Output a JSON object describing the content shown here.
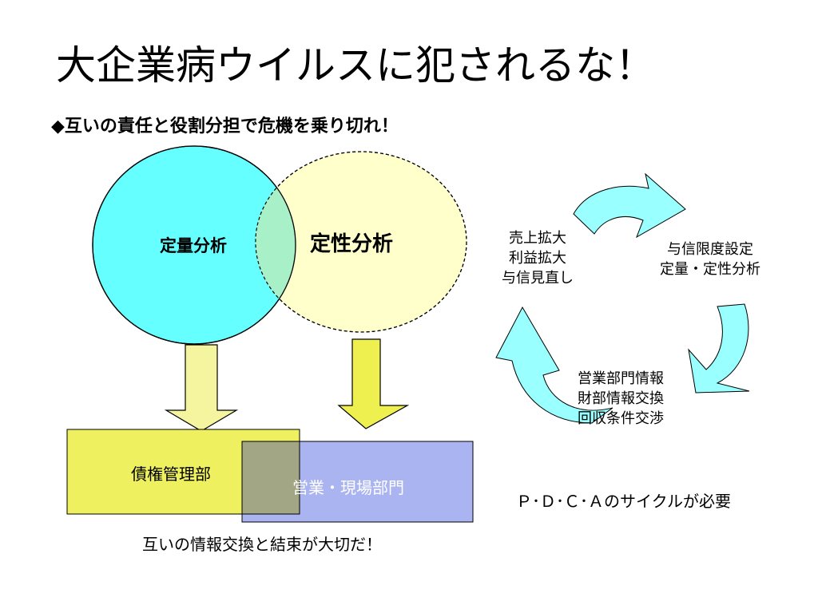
{
  "slide": {
    "title": "大企業病ウイルスに犯されるな！",
    "subtitle": "◆互いの責任と役割分担で危機を乗り切れ！"
  },
  "venn": {
    "circle_a": {
      "label": "定量分析",
      "color": "#66FFFF"
    },
    "circle_b": {
      "label": "定性分析",
      "color": "#FFFFCC"
    },
    "overlap_color": "#A8F0C8"
  },
  "boxes": {
    "box_a": {
      "label": "債権管理部",
      "color": "#EEF060"
    },
    "box_b": {
      "label": "営業・現場部門",
      "color": "#AAB4F0"
    },
    "overlap_color": "#A2A684"
  },
  "caption": "互いの情報交換と結束が大切だ！",
  "cycle": {
    "arrow_color": "#99FFFF",
    "step1": [
      "売上拡大",
      "利益拡大",
      "与信見直し"
    ],
    "step2": [
      "与信限度設定",
      "定量・定性分析"
    ],
    "step3": [
      "営業部門情報",
      "財部情報交換",
      "回収条件交渉"
    ],
    "note": "Ｐ･Ｄ･Ｃ･Ａのサイクルが必要"
  }
}
